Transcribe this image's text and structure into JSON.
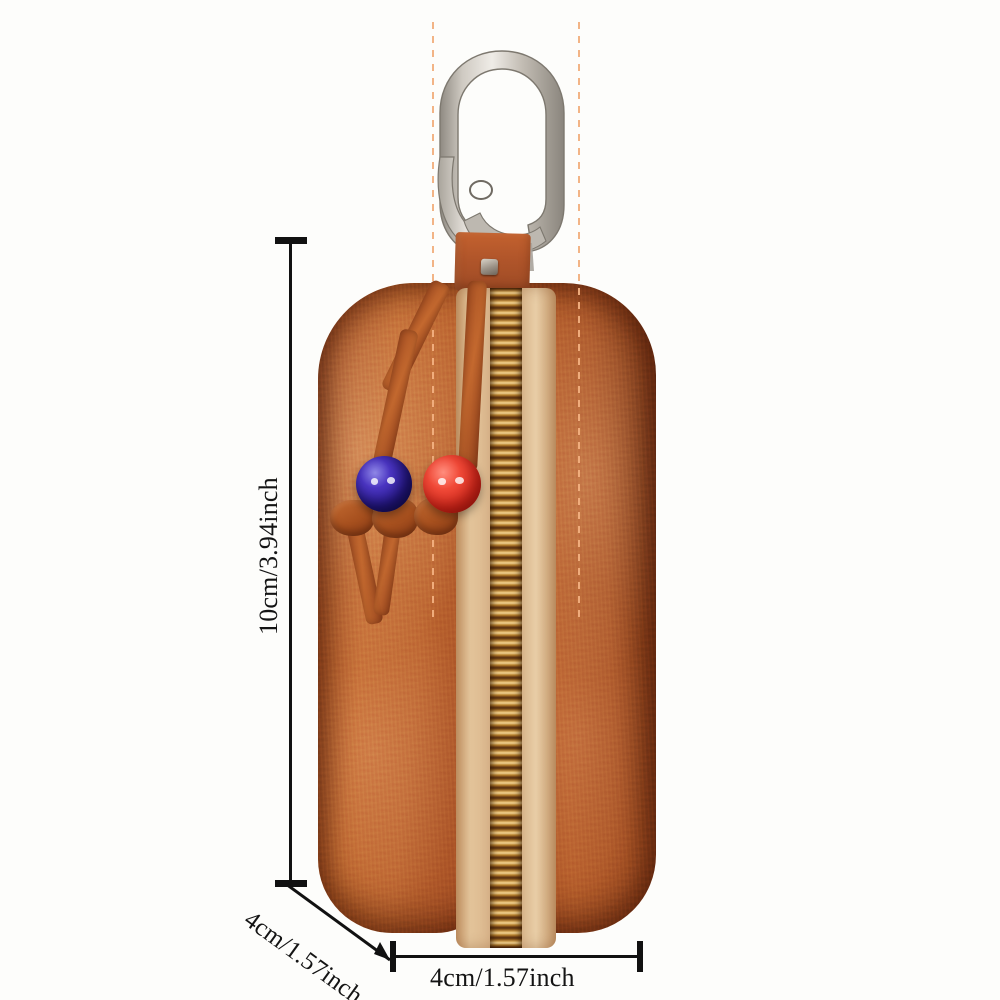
{
  "image": {
    "subject": "leather key pouch with carabiner clip",
    "background_color": "#fdfdfb"
  },
  "dimensions": {
    "height": {
      "label": "10cm/3.94inch",
      "orientation": "vertical",
      "value_cm": 10,
      "value_inch": 3.94
    },
    "depth": {
      "label": "4cm/1.57inch",
      "orientation": "diagonal",
      "value_cm": 4,
      "value_inch": 1.57
    },
    "width": {
      "label": "4cm/1.57inch",
      "orientation": "horizontal",
      "value_cm": 4,
      "value_inch": 1.57
    }
  },
  "product": {
    "body_color": "#b7602c",
    "body_shadow_color": "#8c3f1d",
    "hardware_color": "#b8b2aa",
    "zipper_teeth_color": "#c9a455",
    "zipper_tape_color": "#ddb98d",
    "stitch_color": "#f2b080",
    "beads": [
      {
        "name": "blue-bead",
        "color": "#2c1c92"
      },
      {
        "name": "red-bead",
        "color": "#e0362a"
      }
    ]
  }
}
